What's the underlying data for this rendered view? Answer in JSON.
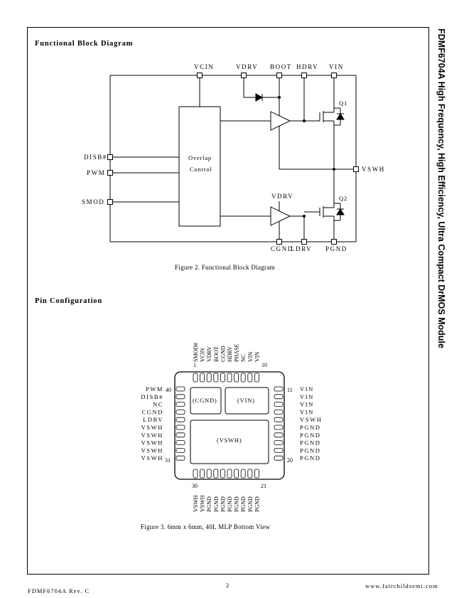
{
  "side_title": "FDMF6704A High Frequency, High Efficiency, Ultra Compact DrMOS Module",
  "section1_heading": "Functional Block Diagram",
  "section2_heading": "Pin Configuration",
  "figure2": {
    "caption": "Figure 2. Functional Block Diagram",
    "pins": {
      "vcin": "VCIN",
      "vdrv_top": "VDRV",
      "boot": "BOOT",
      "hdrv": "HDRV",
      "vin": "VIN",
      "disb": "DISB#",
      "pwm": "PWM",
      "smod": "SMOD",
      "vswh": "VSWH",
      "vdrv_low": "VDRV",
      "cgnd": "CGND",
      "ldrv": "LDRV",
      "pgnd": "PGND"
    },
    "block_line1": "Overlap",
    "block_line2": "Control",
    "q1": "Q1",
    "q2": "Q2"
  },
  "figure3": {
    "caption": "Figure 3. 6mm x 6mm, 40L MLP Bottom View",
    "top_pins": [
      "SMOD#",
      "VCIN",
      "VDRV",
      "BOOT",
      "CGND",
      "HDRV",
      "PHASE",
      "NC",
      "VIN",
      "VIN"
    ],
    "right_pins": [
      "VIN",
      "VIN",
      "VIN",
      "VIN",
      "VSWH",
      "PGND",
      "PGND",
      "PGND",
      "PGND",
      "PGND"
    ],
    "bottom_pins": [
      "VSWH",
      "VSWH",
      "PGND",
      "PGND",
      "PGND",
      "PGND",
      "PGND",
      "PGND",
      "PGND",
      "PGND"
    ],
    "left_pins": [
      "PWM",
      "DISB#",
      "NC",
      "CGND",
      "LDRV",
      "VSWH",
      "VSWH",
      "VSWH",
      "VSWH",
      "VSWH"
    ],
    "pin_numbers": {
      "p1": "1",
      "p10": "10",
      "p11": "11",
      "p20": "20",
      "p21": "21",
      "p30": "30",
      "p31": "31",
      "p40": "40"
    },
    "pads": {
      "cgnd": "(CGND)",
      "vin": "(VIN)",
      "vswh": "(VSWH)"
    }
  },
  "footer": {
    "left": "FDMF6704A Rev. C",
    "center": "2",
    "right": "www.fairchildsemi.com"
  }
}
